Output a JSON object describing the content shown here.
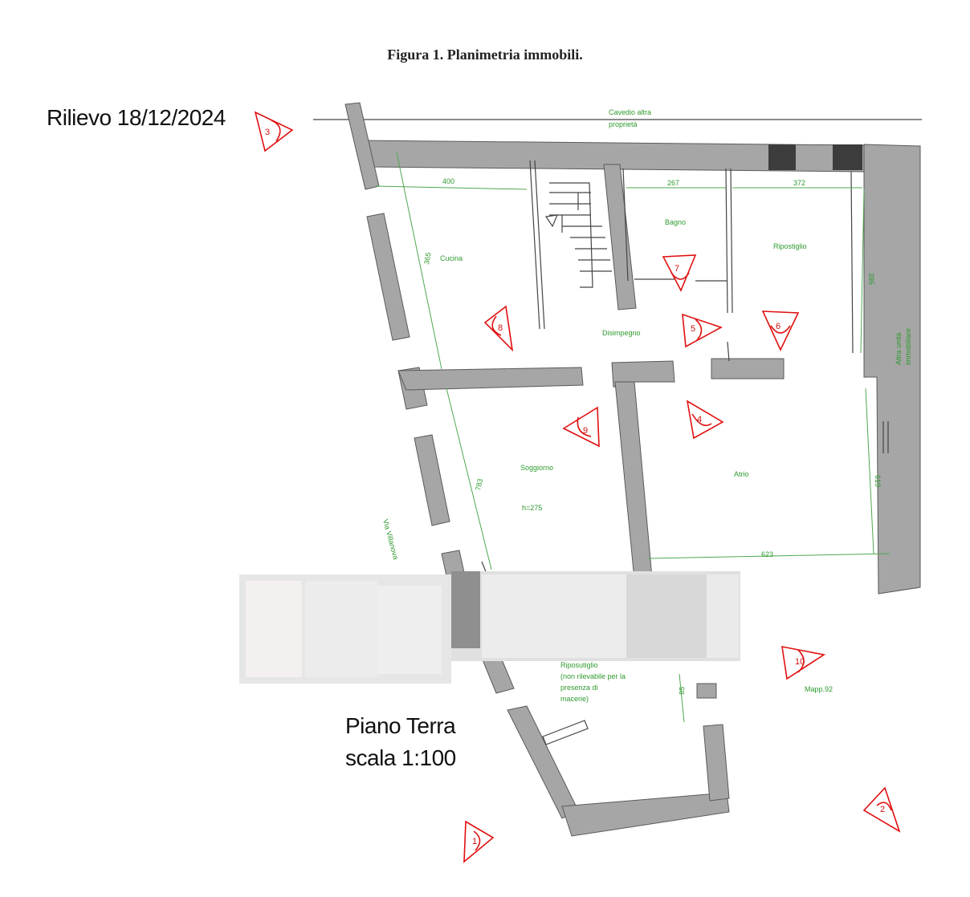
{
  "caption": "Figura 1. Planimetria immobili.",
  "survey_label": "Rilievo 18/12/2024",
  "floor_label": "Piano Terra",
  "scale_label": "scala 1:100",
  "notes": {
    "cavedio_line1": "Cavedio altra",
    "cavedio_line2": "proprietà",
    "altra_unita_line1": "Altra unità",
    "altra_unita_line2": "immobiliare",
    "street": "Via Villanova",
    "mapp": "Mapp.92"
  },
  "rooms": {
    "cucina": "Cucina",
    "bagno": "Bagno",
    "ripostiglio": "Ripostiglio",
    "disimpegno": "Disimpegno",
    "soggiorno": "Soggiorno",
    "soggiorno_height": "h=275",
    "atrio": "Atrio",
    "ripostiglio_south_line1": "Riposutiglio",
    "ripostiglio_south_line2": "(non rilevabile per la",
    "ripostiglio_south_line3": "presenza di",
    "ripostiglio_south_line4": "macerie)"
  },
  "dimensions": {
    "cucina_width": "400",
    "cucina_depth": "365",
    "bagno_width": "267",
    "ripostiglio_width": "372",
    "ripostiglio_depth": "395",
    "soggiorno_depth": "783",
    "atrio_width": "623",
    "atrio_depth": "619",
    "ripostiglio_south": "85"
  },
  "photo_markers": {
    "m1": "1",
    "m2": "2",
    "m3": "3",
    "m4": "4",
    "m5": "5",
    "m6": "6",
    "m7": "7",
    "m8": "8",
    "m9": "9",
    "m10": "10"
  },
  "colors": {
    "wall": "#a6a6a6",
    "annotation": "#2e9a2e",
    "marker": "#e01010"
  }
}
